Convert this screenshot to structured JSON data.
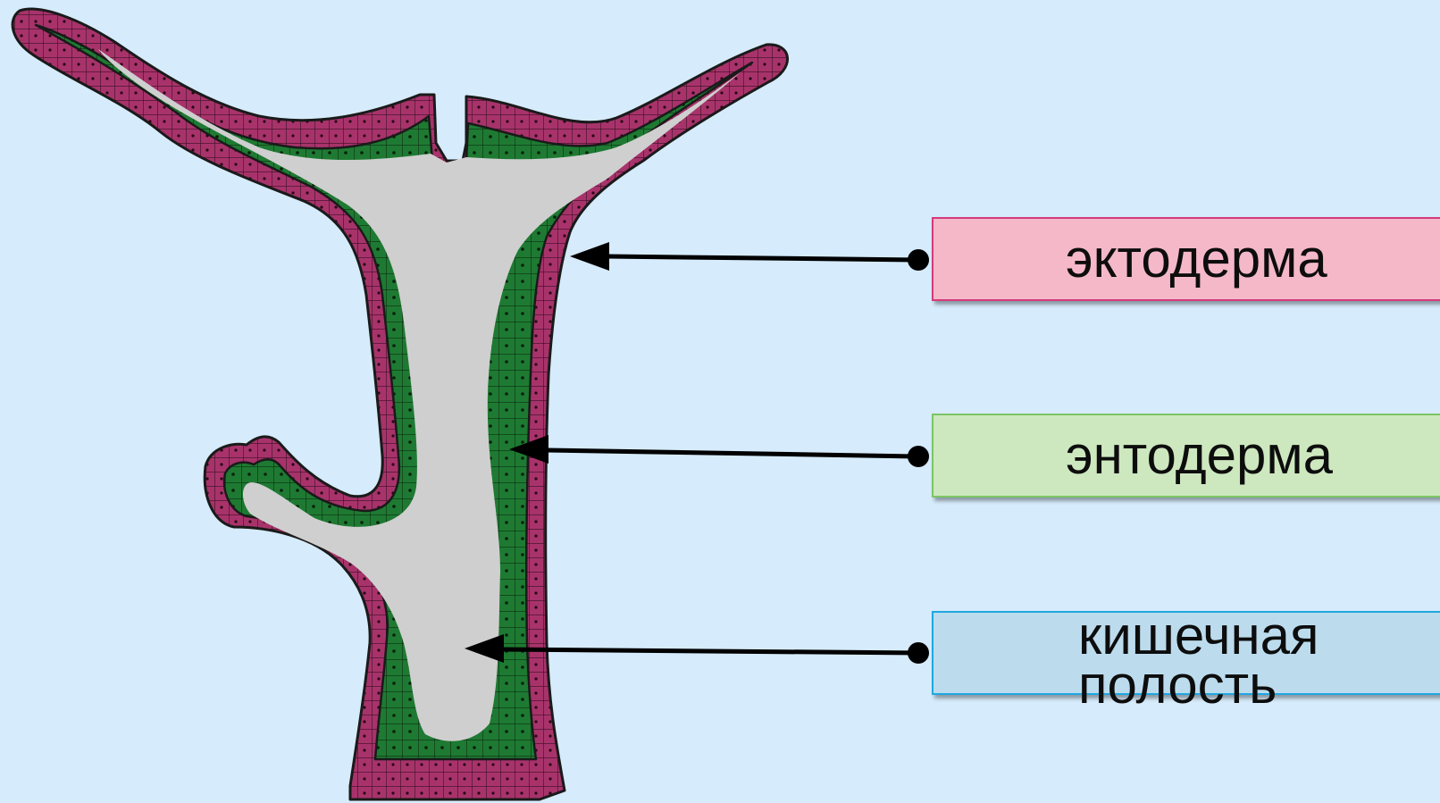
{
  "labels": [
    {
      "id": "ectoderm",
      "text": "эктодерма",
      "fill": "#f4b8c9",
      "border": "#d43a7a"
    },
    {
      "id": "endoderm",
      "text": "энтодерма",
      "fill": "#cde8bf",
      "border": "#7cc566"
    },
    {
      "id": "cavity",
      "text": "кишечная\nполость",
      "fill": "#bcdcee",
      "border": "#1fa8e0"
    }
  ],
  "colors": {
    "background": "#d6ebfb",
    "ectoderm_cells": "#a8336b",
    "endoderm_cells": "#1e7a32",
    "gut_cavity": "#cfcfcf",
    "outline": "#1a1a1a",
    "arrow": "#000000"
  }
}
